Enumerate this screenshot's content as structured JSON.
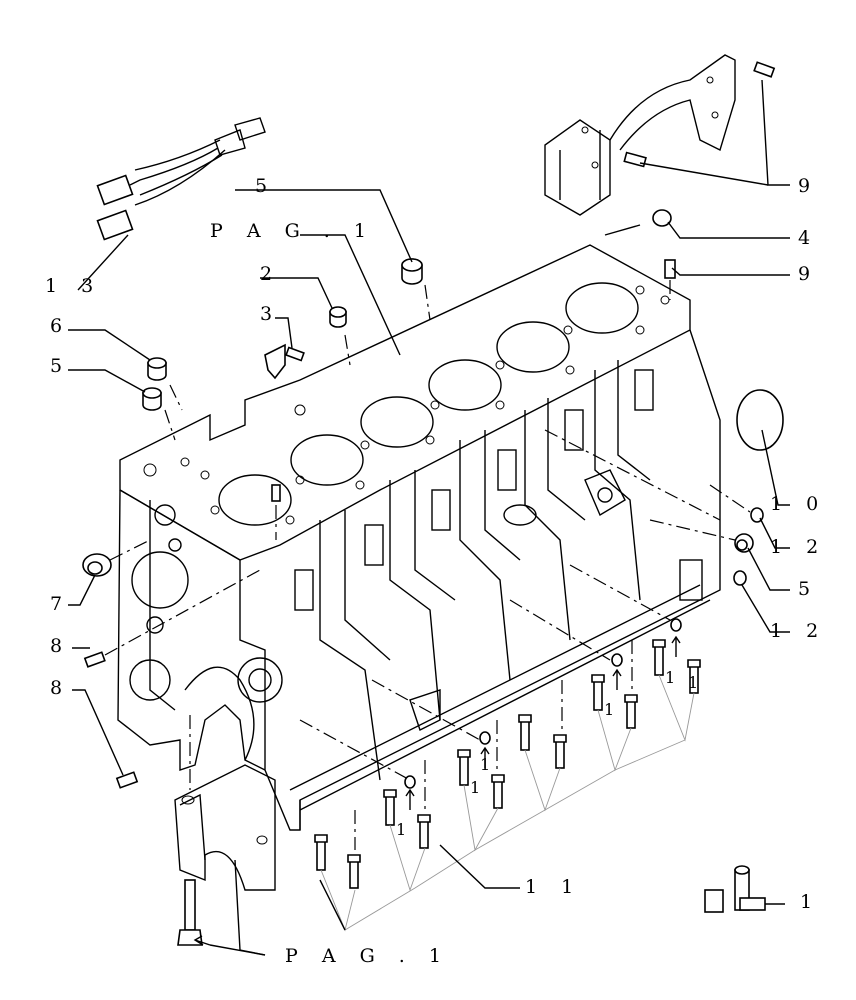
{
  "callouts": [
    {
      "id": "c13",
      "text": "1 3"
    },
    {
      "id": "c5a",
      "text": "5"
    },
    {
      "id": "cpag1a",
      "text": "P A G . 1"
    },
    {
      "id": "c2",
      "text": "2"
    },
    {
      "id": "c3",
      "text": "3"
    },
    {
      "id": "c6",
      "text": "6"
    },
    {
      "id": "c5b",
      "text": "5"
    },
    {
      "id": "c7",
      "text": "7"
    },
    {
      "id": "c8a",
      "text": "8"
    },
    {
      "id": "c8b",
      "text": "8"
    },
    {
      "id": "c9a",
      "text": "9"
    },
    {
      "id": "c4",
      "text": "4"
    },
    {
      "id": "c9b",
      "text": "9"
    },
    {
      "id": "c10",
      "text": "1 0"
    },
    {
      "id": "c12a",
      "text": "1 2"
    },
    {
      "id": "c5c",
      "text": "5"
    },
    {
      "id": "c12b",
      "text": "1 2"
    },
    {
      "id": "c11",
      "text": "1 1"
    },
    {
      "id": "c1",
      "text": "1"
    },
    {
      "id": "cpag1b",
      "text": "P A G . 1"
    }
  ],
  "bolt_marks": [
    "1",
    "1",
    "1",
    "1",
    "1",
    "1"
  ]
}
